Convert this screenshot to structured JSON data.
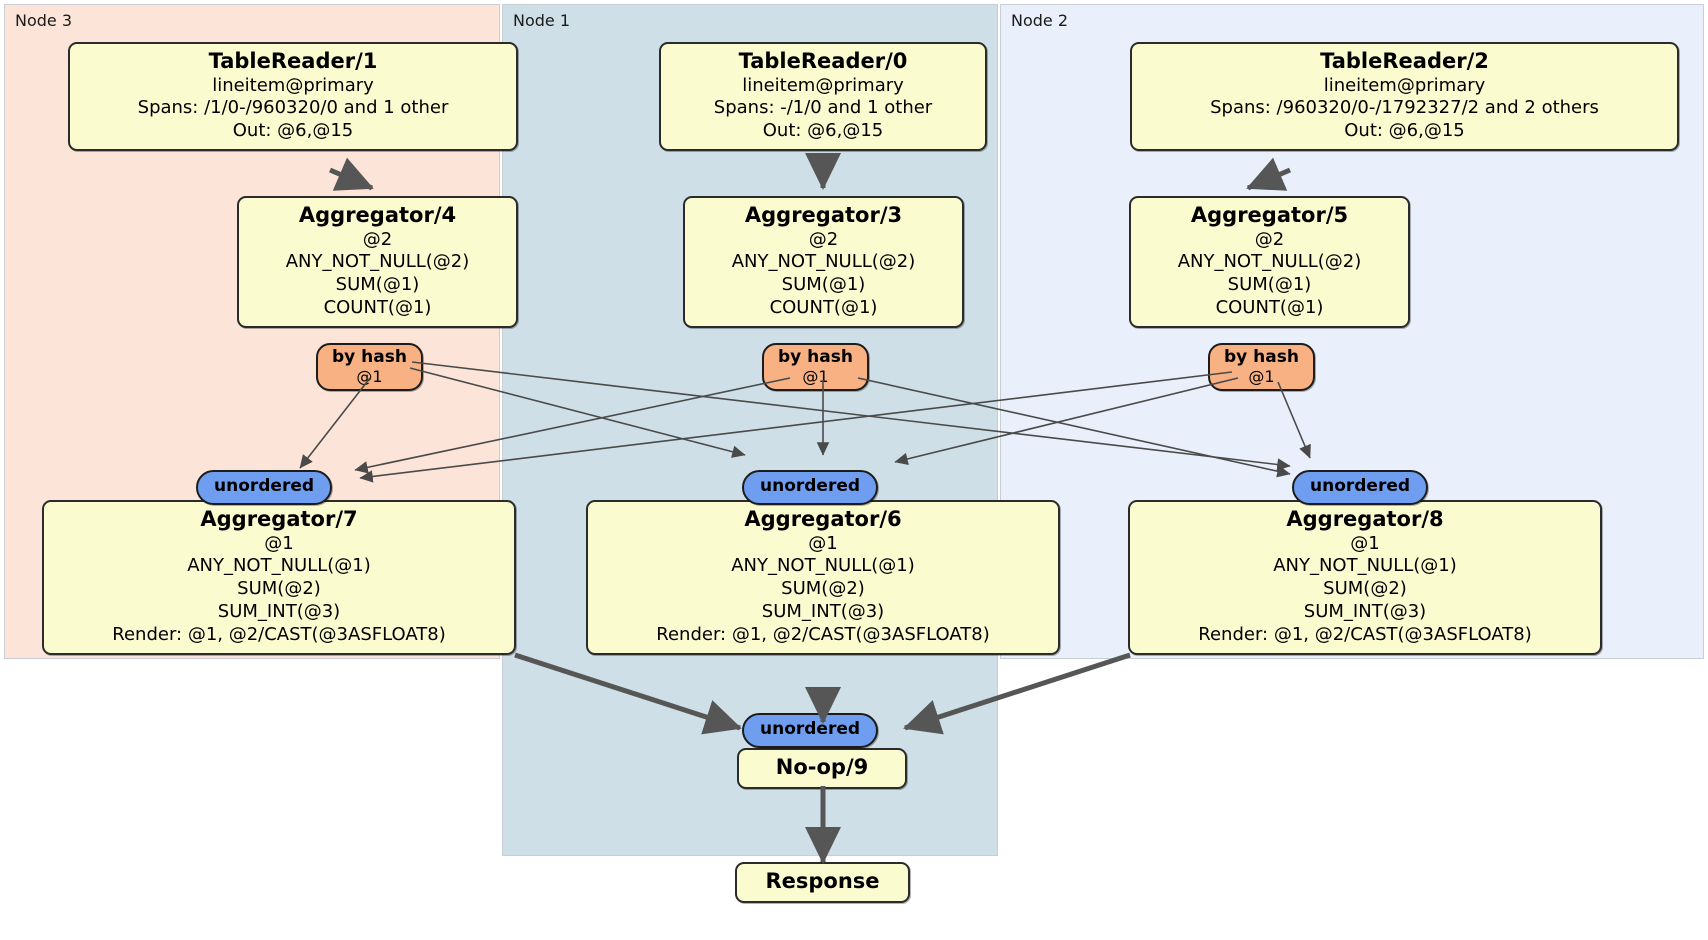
{
  "diagram": {
    "title": "DistSQL distributed query plan",
    "colors": {
      "node3_bg": "#fce5d8",
      "node1_bg": "#cfdfe8",
      "node2_bg": "#eaf0fb",
      "processor_bg": "#fbfbd0",
      "hash_router_bg": "#f7b183",
      "sync_bg": "#6f9ef0",
      "edge": "#4a4a4a"
    }
  },
  "nodes": [
    {
      "id": "node3",
      "label": "Node 3"
    },
    {
      "id": "node1",
      "label": "Node 1"
    },
    {
      "id": "node2",
      "label": "Node 2"
    }
  ],
  "processors": {
    "tablereader1": {
      "title": "TableReader/1",
      "lines": [
        "lineitem@primary",
        "Spans: /1/0-/960320/0 and 1 other",
        "Out: @6,@15"
      ]
    },
    "tablereader0": {
      "title": "TableReader/0",
      "lines": [
        "lineitem@primary",
        "Spans: -/1/0 and 1 other",
        "Out: @6,@15"
      ]
    },
    "tablereader2": {
      "title": "TableReader/2",
      "lines": [
        "lineitem@primary",
        "Spans: /960320/0-/1792327/2 and 2 others",
        "Out: @6,@15"
      ]
    },
    "aggregator4": {
      "title": "Aggregator/4",
      "lines": [
        "@2",
        "ANY_NOT_NULL(@2)",
        "SUM(@1)",
        "COUNT(@1)"
      ]
    },
    "aggregator3": {
      "title": "Aggregator/3",
      "lines": [
        "@2",
        "ANY_NOT_NULL(@2)",
        "SUM(@1)",
        "COUNT(@1)"
      ]
    },
    "aggregator5": {
      "title": "Aggregator/5",
      "lines": [
        "@2",
        "ANY_NOT_NULL(@2)",
        "SUM(@1)",
        "COUNT(@1)"
      ]
    },
    "aggregator7": {
      "title": "Aggregator/7",
      "lines": [
        "@1",
        "ANY_NOT_NULL(@1)",
        "SUM(@2)",
        "SUM_INT(@3)",
        "Render: @1, @2/CAST(@3ASFLOAT8)"
      ]
    },
    "aggregator6": {
      "title": "Aggregator/6",
      "lines": [
        "@1",
        "ANY_NOT_NULL(@1)",
        "SUM(@2)",
        "SUM_INT(@3)",
        "Render: @1, @2/CAST(@3ASFLOAT8)"
      ]
    },
    "aggregator8": {
      "title": "Aggregator/8",
      "lines": [
        "@1",
        "ANY_NOT_NULL(@1)",
        "SUM(@2)",
        "SUM_INT(@3)",
        "Render: @1, @2/CAST(@3ASFLOAT8)"
      ]
    },
    "noop9": {
      "title": "No-op/9",
      "lines": []
    },
    "response": {
      "title": "Response",
      "lines": []
    }
  },
  "routers": {
    "hash4": {
      "title": "by hash",
      "sub": "@1"
    },
    "hash3": {
      "title": "by hash",
      "sub": "@1"
    },
    "hash5": {
      "title": "by hash",
      "sub": "@1"
    },
    "sync7": {
      "title": "unordered"
    },
    "sync6": {
      "title": "unordered"
    },
    "sync8": {
      "title": "unordered"
    },
    "sync9": {
      "title": "unordered"
    }
  }
}
